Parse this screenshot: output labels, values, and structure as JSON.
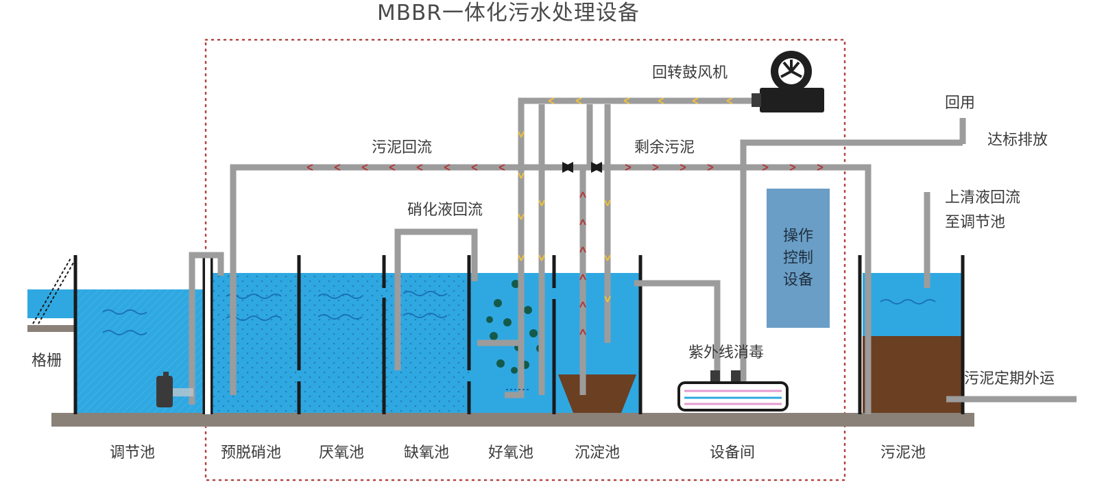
{
  "title": "MBBR一体化污水处理设备",
  "labels": {
    "blower": "回转鼓风机",
    "reuse": "回用",
    "discharge": "达标排放",
    "sludge_return": "污泥回流",
    "excess_sludge": "剩余污泥",
    "nitrate_return": "硝化液回流",
    "supernatant_return_line1": "上清液回流",
    "supernatant_return_line2": "至调节池",
    "control_panel": "操作控制设备",
    "uv": "紫外线消毒",
    "sludge_out": "污泥定期外运",
    "grille": "格栅"
  },
  "tanks": [
    "调节池",
    "预脱硝池",
    "厌氧池",
    "缺氧池",
    "好氧池",
    "沉淀池",
    "设备间",
    "污泥池"
  ],
  "colors": {
    "water": "#2fa8e2",
    "water_dark": "#1e8fd0",
    "pipe": "#9c9c9c",
    "ground": "#8a8178",
    "wall": "#1a1a1a",
    "sludge": "#6b3f22",
    "border_dash": "#b0413e",
    "control_panel": "#6a9ec6",
    "arrow_red": "#b03b3b",
    "arrow_yellow": "#f0c23a"
  },
  "icons": [
    "blower-icon",
    "valve-icon",
    "uv-lamp-icon",
    "pump-icon",
    "grille-icon"
  ]
}
